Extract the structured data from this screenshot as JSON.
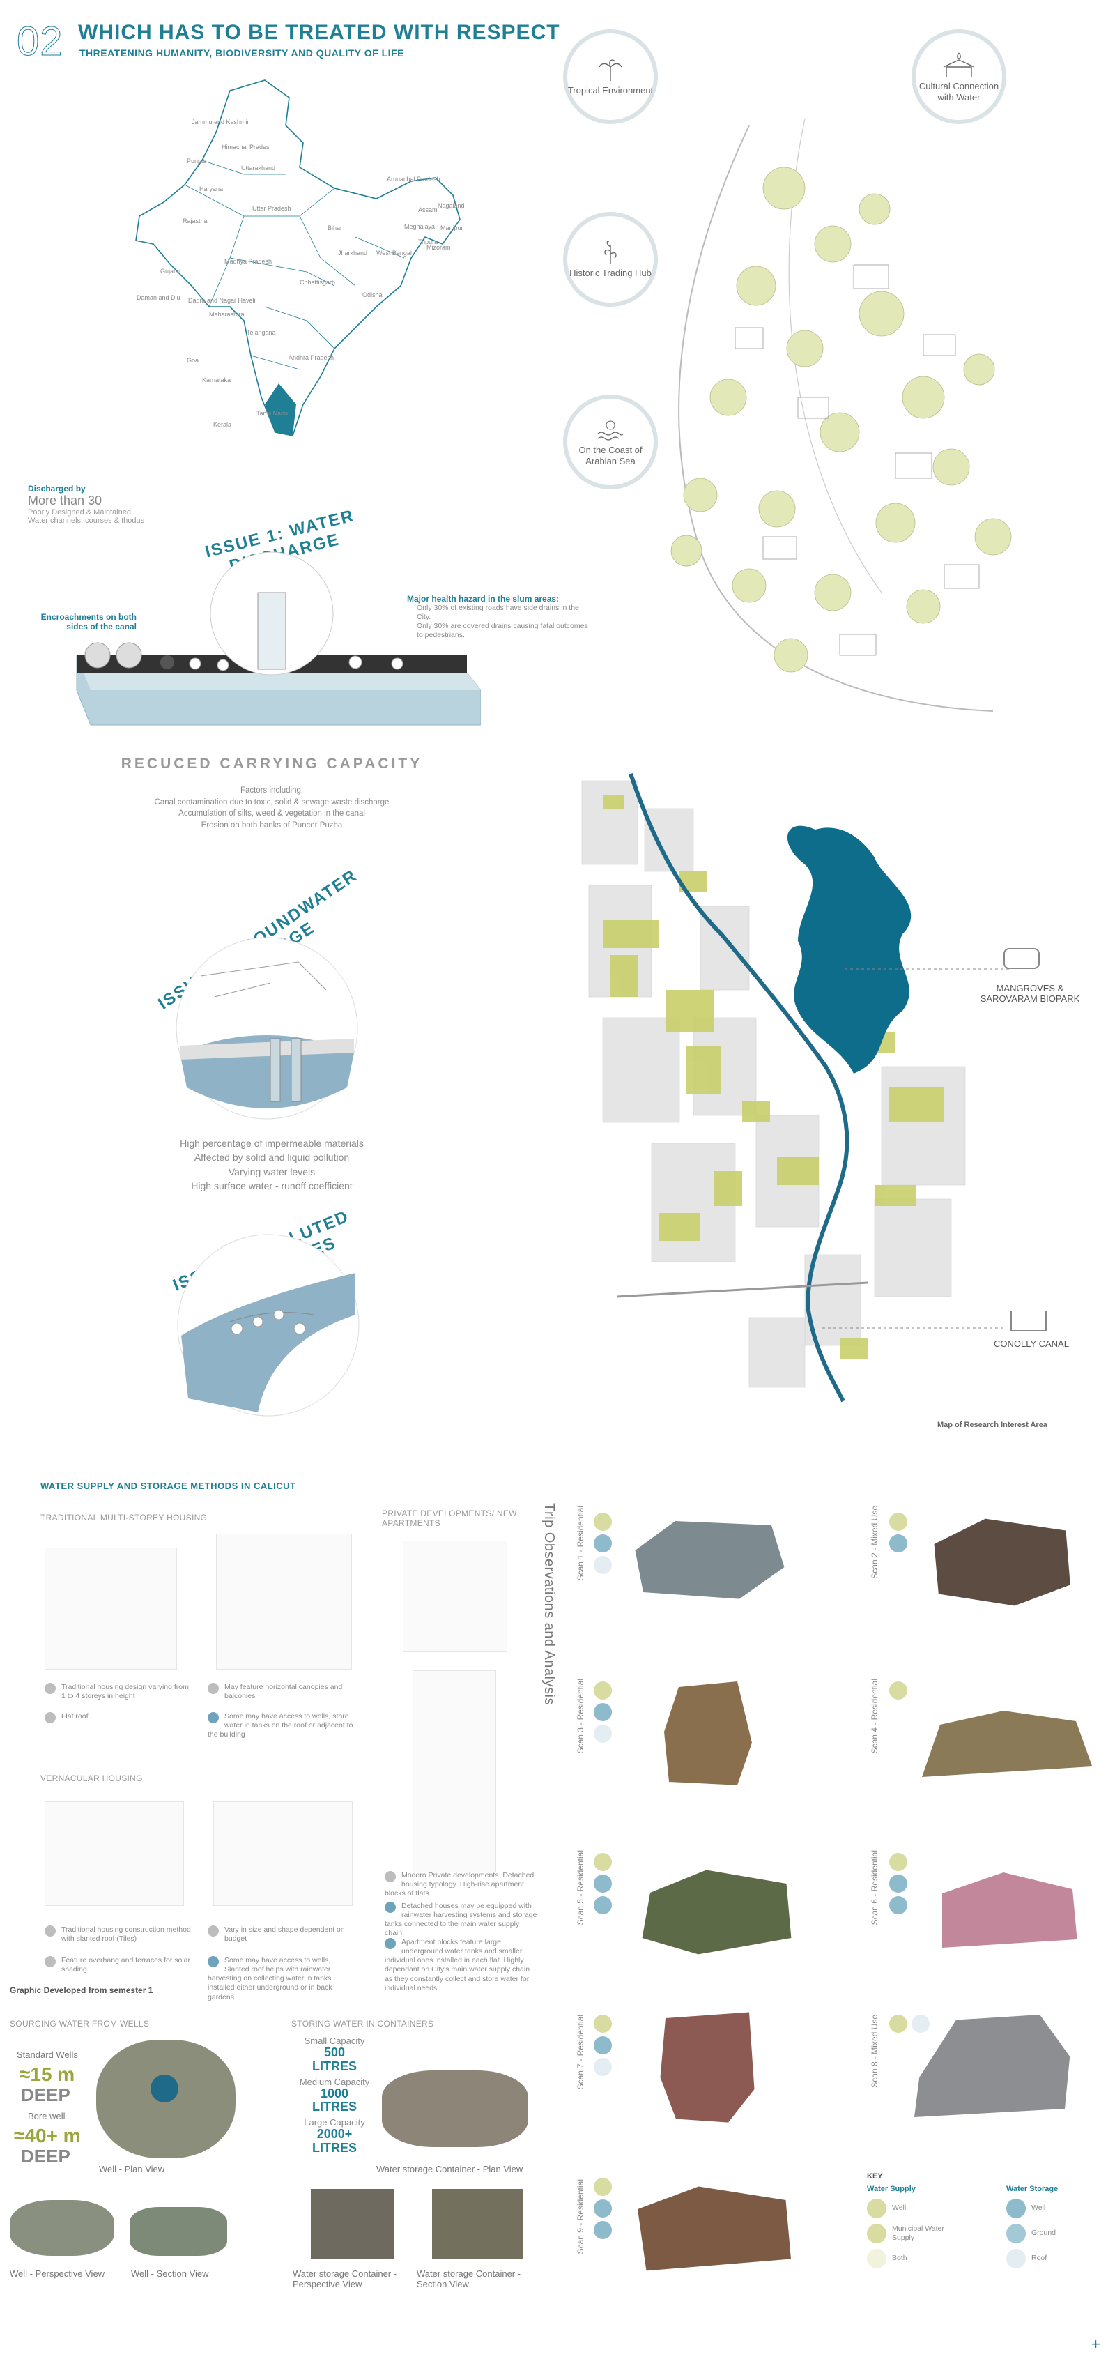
{
  "header": {
    "number": "02",
    "title": "WHICH HAS TO BE TREATED WITH RESPECT",
    "subtitle": "THREATENING HUMANITY, BIODIVERSITY AND QUALITY OF LIFE"
  },
  "badges": {
    "tropical": "Tropical Environment",
    "cultural": "Cultural Connection with Water",
    "historic": "Historic Trading Hub",
    "coast": "On the Coast of Arabian Sea"
  },
  "india_map": {
    "states": [
      "Jammu and Kashmir",
      "Himachal Pradesh",
      "Punjab",
      "Uttarakhand",
      "Haryana",
      "Arunachal Pradesh",
      "Uttar Pradesh",
      "Rajasthan",
      "Assam",
      "Nagaland",
      "Bihar",
      "Meghalaya",
      "Manipur",
      "Jharkhand",
      "West Bengal",
      "Tripura",
      "Mizoram",
      "Gujarat",
      "Madhya Pradesh",
      "Chhattisgarh",
      "Odisha",
      "Daman and Diu",
      "Dadra and Nagar Haveli",
      "Maharashtra",
      "Telangana",
      "Goa",
      "Andhra Pradesh",
      "Karnataka",
      "Tamil Nadu",
      "Kerala"
    ]
  },
  "discharge_stats": {
    "label": "Discharged by",
    "value": "More than 30",
    "line1": "Poorly Designed & Maintained",
    "line2": "Water channels, courses & thodus"
  },
  "issue1": {
    "title": "ISSUE 1: WATER DISCHARGE",
    "left_note": "Encroachments on both sides of the canal",
    "right_note_head": "Major health hazard in the slum areas:",
    "right_note_items": [
      "Only 30% of existing roads have side drains in the City.",
      "Only 30% are covered drains causing fatal outcomes to pedestrians."
    ]
  },
  "capacity": {
    "title": "RECUCED CARRYING CAPACITY",
    "factors_label": "Factors including:",
    "items": [
      "Canal contamination due to toxic, solid & sewage waste discharge",
      "Accumulation of silts, weed & vegetation in the canal",
      "Erosion on both banks of Puncer Puzha"
    ]
  },
  "issue2": {
    "title": "ISSUE 2: GROUNDWATER RECHARGE",
    "items": [
      "High percentage of impermeable materials",
      "Affected by solid and liquid pollution",
      "Varying water levels",
      "High surface water - runoff coefficient"
    ]
  },
  "issue3": {
    "title": "ISSUE 3: POLLUTED WATER BODIES"
  },
  "research_map": {
    "mangroves_label": "MANGROVES & SAROVARAM BIOPARK",
    "canal_label": "CONOLLY CANAL",
    "caption": "Map of Research Interest Area"
  },
  "supply": {
    "title": "WATER SUPPLY AND STORAGE METHODS IN CALICUT",
    "traditional": "TRADITIONAL MULTI-STOREY HOUSING",
    "private": "PRIVATE DEVELOPMENTS/ NEW APARTMENTS",
    "vernacular": "VERNACULAR HOUSING",
    "trad_notes": [
      "Traditional housing design varying from 1 to 4 storeys in height",
      "May feature horizontal canopies and balconies",
      "Flat roof",
      "Some may have access to wells, store water in tanks on the roof or adjacent to the building"
    ],
    "vern_notes": [
      "Traditional housing construction method with slanted roof (Tiles)",
      "Vary in size and shape dependent on budget",
      "Feature overhang and terraces for solar shading",
      "Some may have access to wells, Slanted roof helps with rainwater harvesting on collecting water in tanks installed either underground or in back gardens"
    ],
    "private_notes": [
      "Modern Private developments. Detached housing typology. High-rise apartment blocks of flats",
      "Detached houses may be equipped with rainwater harvesting systems and storage tanks connected to the main water supply chain",
      "Apartment blocks feature large underground water tanks and smaller individual ones installed in each flat. Highly dependant on City's main water supply chain as they constantly collect and store water for individual needs."
    ],
    "credit": "Graphic Developed from semester 1"
  },
  "wells": {
    "title": "SOURCING WATER FROM WELLS",
    "standard_label": "Standard Wells",
    "standard_depth": "≈15 m",
    "deep1": "DEEP",
    "bore_label": "Bore well",
    "bore_depth": "≈40+ m",
    "deep2": "DEEP",
    "plan": "Well - Plan View",
    "persp": "Well - Perspective View",
    "section": "Well - Section View"
  },
  "containers": {
    "title": "STORING WATER IN CONTAINERS",
    "small_label": "Small Capacity",
    "small_val": "500",
    "small_unit": "LITRES",
    "medium_label": "Medium Capacity",
    "medium_val": "1000",
    "medium_unit": "LITRES",
    "large_label": "Large Capacity",
    "large_val": "2000+",
    "large_unit": "LITRES",
    "plan": "Water storage Container - Plan View",
    "persp": "Water storage Container - Perspective View",
    "section": "Water storage Container - Section View"
  },
  "trip": {
    "title": "Trip Observations and Analysis",
    "scans": [
      "Scan 1 - Residential",
      "Scan 2 - Mixed Use",
      "Scan 3 - Residential",
      "Scan 4 - Residential",
      "Scan 5 - Residential",
      "Scan 6 - Residential",
      "Scan 7 - Residential",
      "Scan 8 - Mixed Use",
      "Scan 9 - Residential"
    ]
  },
  "key": {
    "title": "KEY",
    "supply_head": "Water Supply",
    "storage_head": "Water Storage",
    "well": "Well",
    "municipal": "Municipal Water Supply",
    "both": "Both",
    "well2": "Well",
    "ground": "Ground",
    "roof": "Roof"
  },
  "colors": {
    "teal": "#1f7f95",
    "olive": "#c9cf6a",
    "mangrove": "#0f6d8c",
    "light_blue": "#8dbbcc"
  }
}
